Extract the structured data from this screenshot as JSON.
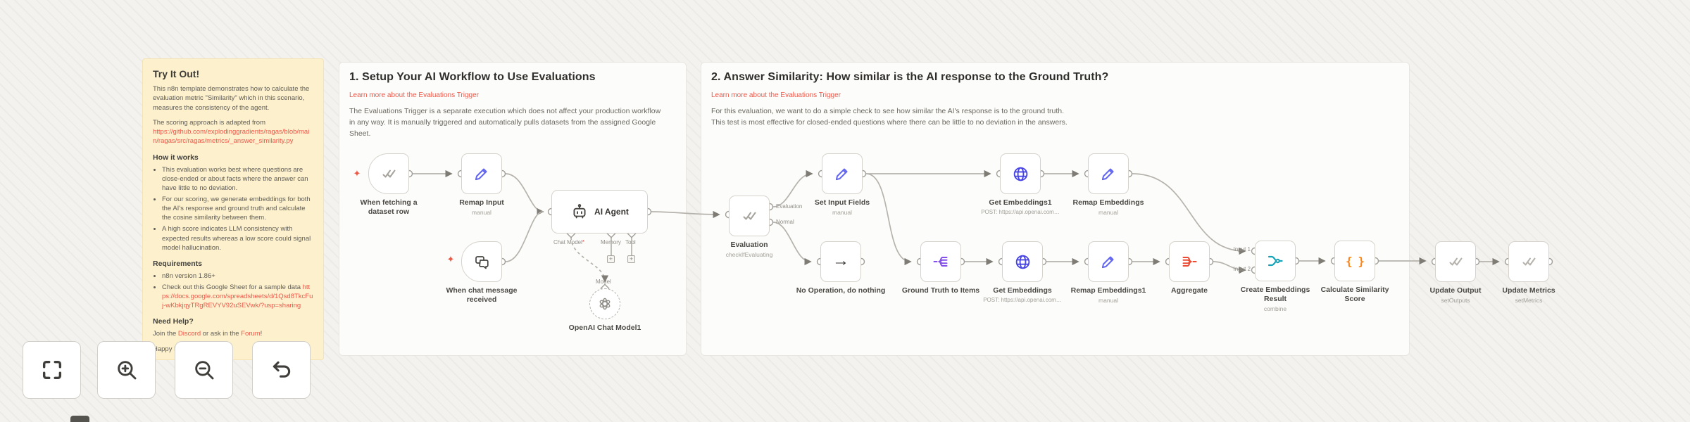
{
  "sticky": {
    "title": "Try It Out!",
    "intro": "This n8n template demonstrates how to calculate the evaluation metric \"Similarity\" which in this scenario, measures the consistency of the agent.",
    "scoring_prefix": "The scoring approach is adapted from",
    "scoring_link": "https://github.com/explodinggradients/ragas/blob/main/ragas/src/ragas/metrics/_answer_similarity.py",
    "how_heading": "How it works",
    "how_bullets": [
      "This evaluation works best where questions are close-ended or about facts where the answer can have little to no deviation.",
      "For our scoring, we generate embeddings for both the AI's response and ground truth and calculate the cosine similarity between them.",
      "A high score indicates LLM consistency with expected results whereas a low score could signal model hallucination."
    ],
    "req_heading": "Requirements",
    "req_item1": "n8n version 1.86+",
    "req_item2_text": "Check out this Google Sheet for a sample data",
    "req_item2_link": "https://docs.google.com/spreadsheets/d/1Qsd8TkcFuj-wKbkjqyTRgREVYV92uSEVwk/?usp=sharing",
    "help_heading": "Need Help?",
    "help_join": "Join the",
    "help_discord": "Discord",
    "help_mid": "or ask in the",
    "help_forum": "Forum",
    "help_excl": "!",
    "signoff": "Happy Hacking!"
  },
  "sections": [
    {
      "title": "1. Setup Your AI Workflow to Use Evaluations",
      "link": "Learn more about the Evaluations Trigger",
      "body": [
        "The Evaluations Trigger is a separate execution which does not affect your production workflow in any way. It is manually triggered and automatically pulls datasets from the assigned Google Sheet."
      ]
    },
    {
      "title": "2. Answer Similarity: How similar is the AI response to the Ground Truth?",
      "link": "Learn more about the Evaluations Trigger",
      "body": [
        "For this evaluation, we want to do a simple check to see how similar the AI's response is to the ground truth.",
        "This test is most effective for closed-ended questions where there can be little to no deviation in the answers."
      ]
    }
  ],
  "nodes": {
    "fetch_trigger": {
      "name": "When fetching a dataset row",
      "subtitle": ""
    },
    "remap_input": {
      "name": "Remap Input",
      "subtitle": "manual"
    },
    "ai_agent": {
      "name": "AI Agent",
      "subtitle": ""
    },
    "chat_trigger": {
      "name": "When chat message received",
      "subtitle": ""
    },
    "openai_model": {
      "name": "OpenAI Chat Model1",
      "subtitle": ""
    },
    "evaluation": {
      "name": "Evaluation",
      "subtitle": "checkIfEvaluating"
    },
    "set_input_fields": {
      "name": "Set Input Fields",
      "subtitle": "manual"
    },
    "no_operation": {
      "name": "No Operation, do nothing",
      "subtitle": ""
    },
    "get_embeddings1": {
      "name": "Get Embeddings1",
      "subtitle": "POST: https://api.openai.com…"
    },
    "remap_embeddings": {
      "name": "Remap Embeddings",
      "subtitle": "manual"
    },
    "ground_truth": {
      "name": "Ground Truth to Items",
      "subtitle": ""
    },
    "get_embeddings": {
      "name": "Get Embeddings",
      "subtitle": "POST: https://api.openai.com…"
    },
    "remap_embeddings1": {
      "name": "Remap Embeddings1",
      "subtitle": "manual"
    },
    "aggregate": {
      "name": "Aggregate",
      "subtitle": ""
    },
    "create_embeddings_result": {
      "name": "Create Embeddings Result",
      "subtitle": "combine"
    },
    "calculate_similarity": {
      "name": "Calculate Similarity Score",
      "subtitle": ""
    },
    "update_output": {
      "name": "Update Output",
      "subtitle": "setOutputs"
    },
    "update_metrics": {
      "name": "Update Metrics",
      "subtitle": "setMetrics"
    }
  },
  "port_labels": {
    "evaluation_true": "Evaluation",
    "evaluation_false": "Normal",
    "chat_model": "Chat Model",
    "required_star": "*",
    "memory": "Memory",
    "tool": "Tool",
    "model": "Model",
    "input1": "Input 1",
    "input2": "Input 2"
  },
  "icons": {
    "plus": "+"
  },
  "colors": {
    "canvas": "#f3f2ef",
    "sticky_bg": "#fcf0cd",
    "link_red": "#f0584a",
    "wire_grey": "#b6b3ad",
    "pencil_indigo": "#6366f1",
    "http_blue": "#4845e4",
    "split_purple": "#8350e8",
    "aggregate_red": "#ea4b35",
    "merge_teal": "#17a3b8",
    "code_orange": "#f8861b",
    "check_grey": "#a6a39d",
    "dark_icon": "#45433f",
    "trigger_spark": "#eb5a46"
  }
}
